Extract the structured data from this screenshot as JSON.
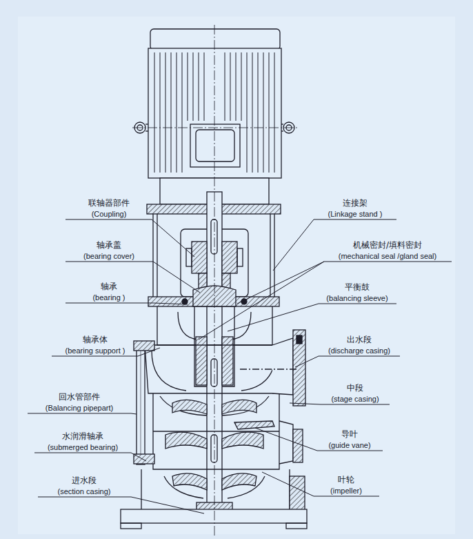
{
  "diagram": {
    "labels": [
      "联轴器部件",
      "(Coupling)",
      "轴承盖",
      "(bearing cover)",
      "轴承",
      "(bearing )",
      "轴承体",
      "(bearing support )",
      "回水管部件",
      "(Balancing pipepart)",
      "水润滑轴承",
      "(submerged bearing)",
      "进水段",
      "(section casing)",
      "连接架",
      "(Linkage stand )",
      "机械密封/填料密封",
      "(mechanical seal /gland seal)",
      "平衡鼓",
      "(balancing sleeve)",
      "出水段",
      "(discharge casing)",
      "中段",
      "(stage casing)",
      "导叶",
      "(guide vane)",
      "叶轮",
      "(impeller)"
    ]
  }
}
